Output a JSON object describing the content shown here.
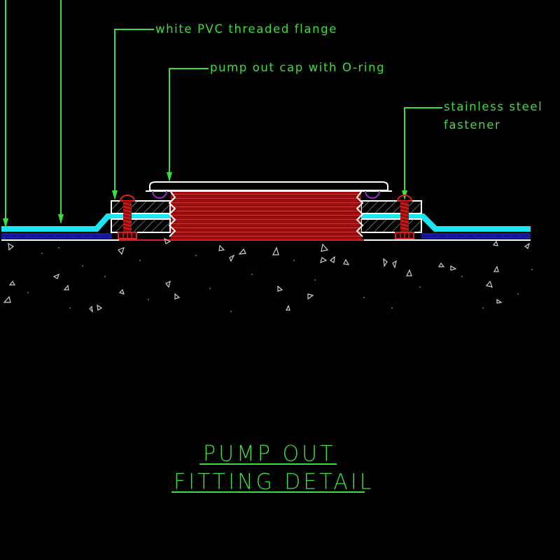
{
  "drawing": {
    "title_line1": "PUMP OUT",
    "title_line2": "FITTING DETAIL",
    "background": "#000000"
  },
  "callouts": [
    {
      "id": "flange",
      "text": "white PVC threaded flange"
    },
    {
      "id": "cap",
      "text": "pump out cap with O-ring"
    },
    {
      "id": "fastener_line1",
      "text": "stainless steel"
    },
    {
      "id": "fastener_line2",
      "text": "fastener"
    }
  ],
  "colors": {
    "leader": "#3fdc3f",
    "membrane": "#19e6f0",
    "substrate_pad": "#1a1aa8",
    "threads": "#e02020",
    "outline": "#ffffff",
    "o_ring": "#9a2ed0",
    "concrete_marks": "#d0d0d0"
  }
}
